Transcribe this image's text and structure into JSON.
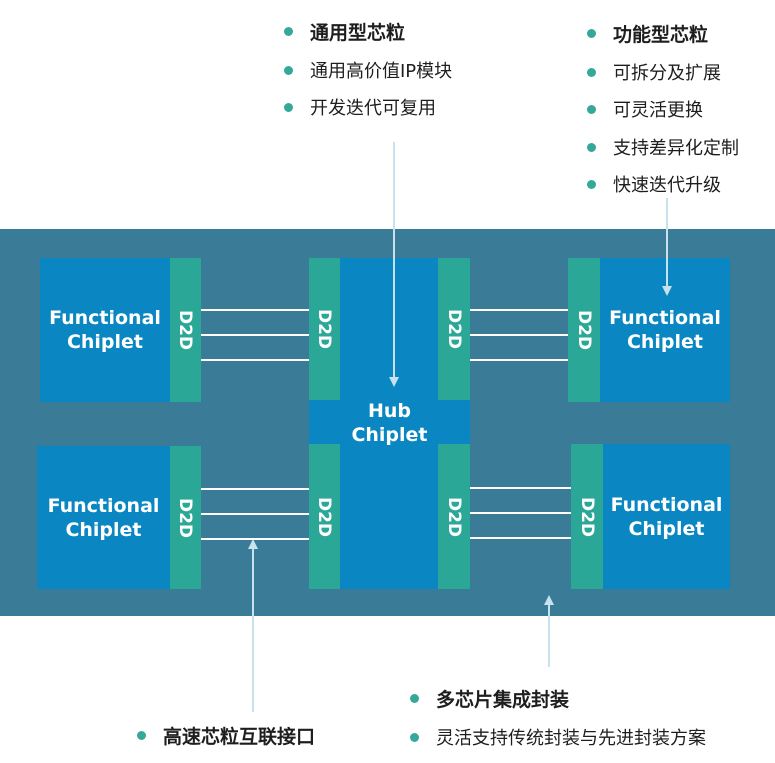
{
  "general_chiplet": {
    "title": "通用型芯粒",
    "items": [
      "通用高价值IP模块",
      "开发迭代可复用"
    ]
  },
  "functional_chiplet_features": {
    "title": "功能型芯粒",
    "items": [
      "可拆分及扩展",
      "可灵活更换",
      "支持差异化定制",
      "快速迭代升级"
    ]
  },
  "blocks": {
    "functional_line1": "Functional",
    "functional_line2": "Chiplet",
    "hub_line1": "Hub",
    "hub_line2": "Chiplet",
    "d2d": "D2D"
  },
  "interconnect": {
    "title": "高速芯粒互联接口"
  },
  "packaging": {
    "title": "多芯片集成封装",
    "items": [
      "灵活支持传统封装与先进封装方案"
    ]
  },
  "colors": {
    "band": "#3a7c98",
    "chiplet": "#0a87c2",
    "d2d": "#2aa796",
    "bullet": "#36a89a",
    "connector": "#c7e2ec"
  }
}
